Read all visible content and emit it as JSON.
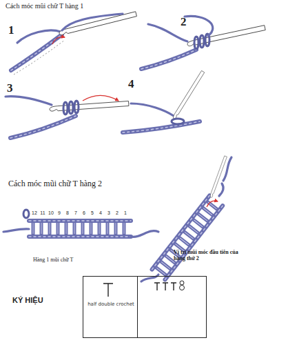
{
  "diagram": {
    "nodes": [
      {
        "text": [
          "half double crochet"
        ]
      }
    ],
    "labels": [
      "Cách móc mũi chữ T hàng 1",
      "1",
      "2",
      "3",
      "4",
      "Cách móc mũi chữ T hàng 2",
      "12",
      "11",
      "10",
      "9",
      "8",
      "7",
      "6",
      "5",
      "4",
      "3",
      "2",
      "1",
      "Hàng 1 mũi chữ T",
      "Vị trí mũi móc đầu tiên của hàng thứ 2",
      "KÝ HIỆU"
    ]
  }
}
